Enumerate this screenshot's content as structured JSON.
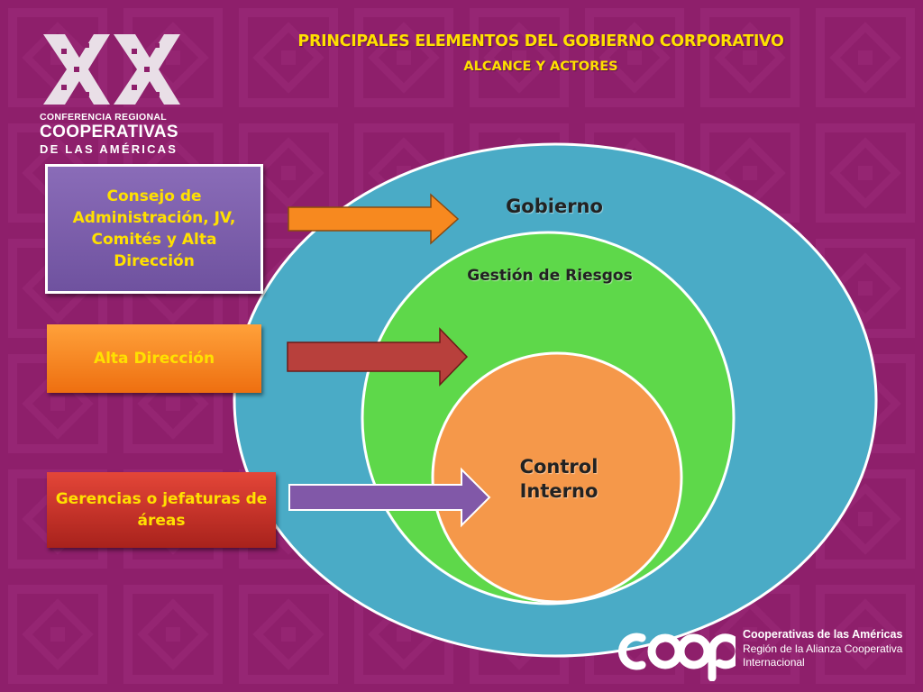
{
  "colors": {
    "background": "#8e1f6b",
    "title": "#ffe000",
    "outer_ellipse": "#4aabc6",
    "middle_circle": "#5ed84a",
    "inner_circle": "#f5984a",
    "arrow_orange": "#f7891f",
    "arrow_red": "#b8403c",
    "arrow_purple": "#8158a8"
  },
  "logo": {
    "line1": "CONFERENCIA REGIONAL",
    "line2": "COOPERATIVAS",
    "line3": "DE LAS AMÉRICAS",
    "mark": "XX-icon"
  },
  "header": {
    "title": "PRINCIPALES ELEMENTOS DEL GOBIERNO CORPORATIVO",
    "subtitle": "ALCANCE Y ACTORES"
  },
  "circles": {
    "outer_label": "Gobierno",
    "middle_label": "Gestión de Riesgos",
    "inner_label": "Control Interno"
  },
  "actors": {
    "consejo": "Consejo de Administración, JV, Comités y Alta Dirección",
    "alta": "Alta Dirección",
    "gerencias": "Gerencias o jefaturas de áreas"
  },
  "footer": {
    "logo_mark": "coop-logo-icon",
    "line1": "Cooperativas de las Américas",
    "line2": "Región de la Alianza Cooperativa",
    "line3": "Internacional"
  }
}
